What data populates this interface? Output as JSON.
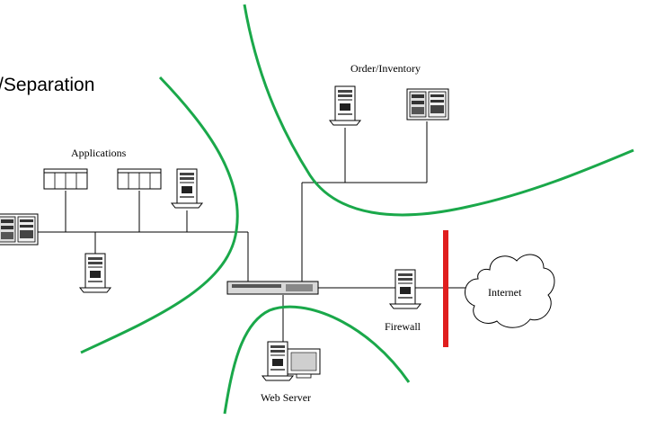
{
  "title_fragment": "/Separation",
  "labels": {
    "applications": "Applications",
    "order_inventory": "Order/Inventory",
    "internet": "Internet",
    "firewall": "Firewall",
    "web_server": "Web Server"
  },
  "colors": {
    "zone_boundary": "#1aa84a",
    "firewall_barrier": "#e01e1e",
    "network_line": "#000000"
  }
}
